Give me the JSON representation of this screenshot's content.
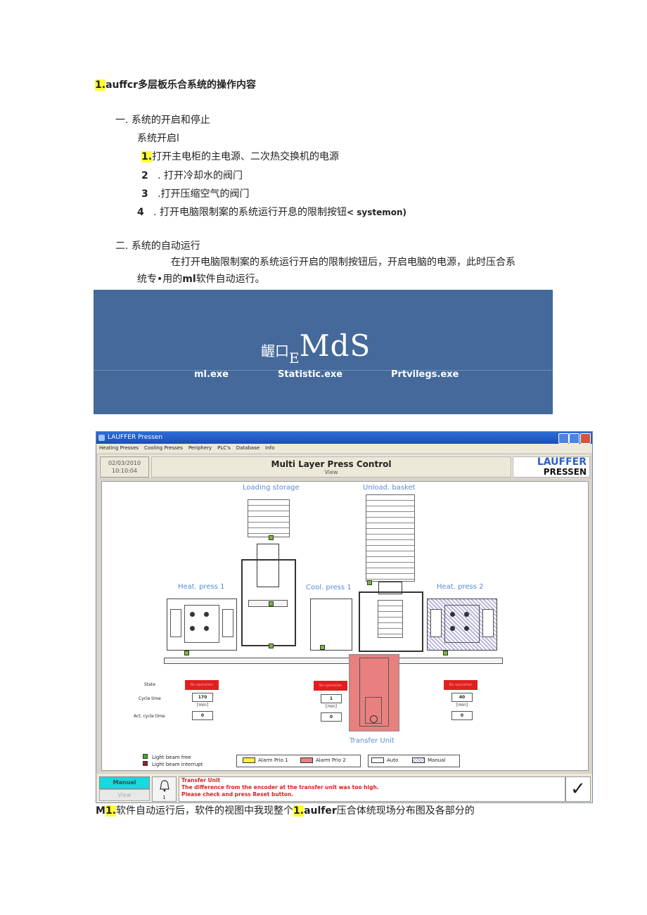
{
  "doc": {
    "title_prefix": "1.",
    "title_rest": "auffcr多层板乐合系统的操作内容",
    "section1": "一. 系统的开启和停止",
    "startup": "系统开启l",
    "step1_num": "1.",
    "step1_text": "打开主电柜的主电源、二次热交换机的电源",
    "step2_num": "2",
    "step2_text": ". 打开冷却水的阀门",
    "step3_num": "3",
    "step3_text": ".打开压缩空气的阀门",
    "step4_num": "4",
    "step4_text": ". 打开电脑限制案的系统运行开息的限制按钮",
    "step4_bold": "< systemon)",
    "section2": "二. 系统的自动运行",
    "para_line1": "在打开电脑限制案的系统运行开启的限制按钮后，开启电脑的电源，此时压合系",
    "para_line2a": "统专•用的",
    "para_line2b": "ml",
    "para_line2c": "软件自动运行。",
    "caption_a": "M",
    "caption_b": "1.",
    "caption_c": "软件自动运行后，软件的视图中我现整个",
    "caption_d": "1.",
    "caption_e": "aulfer",
    "caption_f": "压合体统现场分布图及各部分的"
  },
  "banner": {
    "logo_small": "齷口",
    "logo_e": "E",
    "logo_big": "MdS",
    "programs": [
      "ml.exe",
      "Statistic.exe",
      "Prtvilegs.exe"
    ]
  },
  "window": {
    "title": "LAUFFER Pressen",
    "menu": [
      "Heating Presses",
      "Cooling Presses",
      "Periphery",
      "PLC's",
      "Database",
      "Info"
    ],
    "date": "02/03/2010",
    "time": "10:10:04",
    "header_title": "Multi Layer Press Control",
    "header_sub": "View",
    "brand_line1": "LAUFFER",
    "brand_line2": "PRESSEN",
    "labels": {
      "loading": "Loading storage",
      "unload": "Unload. basket",
      "heat1": "Heat. press 1",
      "cool1": "Cool. press 1",
      "heat2": "Heat. press 2",
      "transfer": "Transfer Unit"
    },
    "row_labels": {
      "state": "State",
      "cycle": "Cycle time",
      "act": "Act. cycle time"
    },
    "state_text": "No operation",
    "unit_min": "[min]",
    "heat1_values": {
      "cycle": "170",
      "act": "0"
    },
    "cool1_values": {
      "cycle": "1",
      "act": "0"
    },
    "heat2_values": {
      "cycle": "40",
      "act": "0"
    },
    "legend": {
      "free": "Light beam free",
      "interrupt": "Light beam interrupt",
      "alarm1": "Alarm Prio 1",
      "alarm2": "Alarm Prio 2",
      "auto": "Auto",
      "manual": "Manual"
    },
    "colors": {
      "alarm1": "#ffee44",
      "alarm2": "#e88080",
      "free": "#44aa22",
      "interrupt": "#992222"
    },
    "bottom": {
      "manual_btn": "Manual",
      "view_btn": "View",
      "bell_count": "1",
      "msg1": "Transfer Unit",
      "msg2": "The difference from the encoder at the transfer unit was too high.",
      "msg3": "Please check and press Reset button.",
      "check": "✓"
    }
  }
}
